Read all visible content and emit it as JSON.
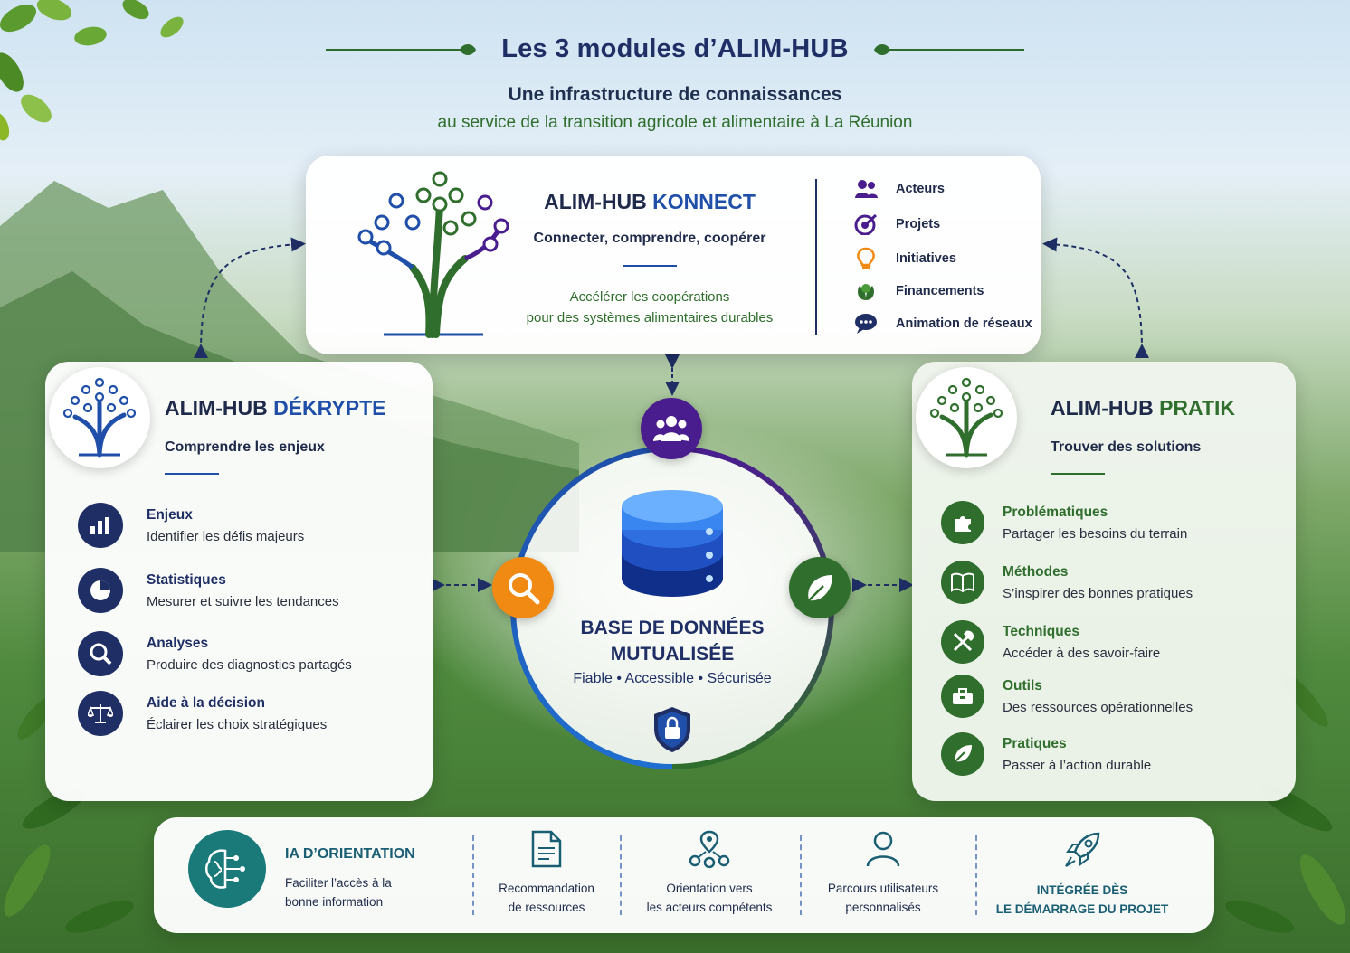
{
  "header": {
    "title": "Les 3 modules d’ALIM-HUB",
    "subtitle_line1": "Une infrastructure de connaissances",
    "subtitle_line2": "au service de la transition agricole et alimentaire à La Réunion"
  },
  "konnect": {
    "title_prefix": "ALIM-HUB",
    "title_accent": "KONNECT",
    "tagline": "Connecter, comprendre, coopérer",
    "description_line1": "Accélérer les coopérations",
    "description_line2": "pour des systèmes alimentaires durables",
    "items": [
      {
        "label": "Acteurs",
        "icon": "people-icon"
      },
      {
        "label": "Projets",
        "icon": "target-icon"
      },
      {
        "label": "Initiatives",
        "icon": "lightbulb-icon"
      },
      {
        "label": "Financements",
        "icon": "money-plant-icon"
      },
      {
        "label": "Animation de réseaux",
        "icon": "chat-icon"
      }
    ]
  },
  "dekrypte": {
    "title_prefix": "ALIM-HUB",
    "title_accent": "DÉKRYPTE",
    "tagline": "Comprendre les enjeux",
    "items": [
      {
        "head": "Enjeux",
        "desc": "Identifier les défis majeurs",
        "icon": "bar-chart-icon"
      },
      {
        "head": "Statistiques",
        "desc": "Mesurer et suivre les tendances",
        "icon": "pie-chart-icon"
      },
      {
        "head": "Analyses",
        "desc": "Produire des diagnostics partagés",
        "icon": "magnifier-icon"
      },
      {
        "head": "Aide à la décision",
        "desc": "Éclairer les choix stratégiques",
        "icon": "scales-icon"
      }
    ]
  },
  "pratik": {
    "title_prefix": "ALIM-HUB",
    "title_accent": "PRATIK",
    "tagline": "Trouver des solutions",
    "items": [
      {
        "head": "Problématiques",
        "desc": "Partager les besoins du terrain",
        "icon": "puzzle-icon"
      },
      {
        "head": "Méthodes",
        "desc": "S’inspirer des bonnes pratiques",
        "icon": "book-icon"
      },
      {
        "head": "Techniques",
        "desc": "Accéder à des savoir-faire",
        "icon": "tools-icon"
      },
      {
        "head": "Outils",
        "desc": "Des ressources opérationnelles",
        "icon": "toolbox-icon"
      },
      {
        "head": "Pratiques",
        "desc": "Passer à l’action durable",
        "icon": "leaf-icon"
      }
    ]
  },
  "database": {
    "title_line1": "BASE DE DONNÉES",
    "title_line2": "MUTUALISÉE",
    "subtitle": "Fiable • Accessible • Sécurisée"
  },
  "bottom": {
    "ia_title": "IA D’ORIENTATION",
    "ia_desc_line1": "Faciliter l’accès à la",
    "ia_desc_line2": "bonne information",
    "items": [
      {
        "line1": "Recommandation",
        "line2": "de ressources",
        "icon": "document-icon"
      },
      {
        "line1": "Orientation vers",
        "line2": "les acteurs compétents",
        "icon": "network-pin-icon"
      },
      {
        "line1": "Parcours utilisateurs",
        "line2": "personnalisés",
        "icon": "user-icon"
      },
      {
        "line1": "INTÉGRÉE DÈS",
        "line2": "LE DÉMARRAGE DU PROJET",
        "icon": "rocket-icon"
      }
    ]
  },
  "colors": {
    "navy": "#1f2f66",
    "blue": "#1f4fa8",
    "green": "#2f6e2c",
    "purple": "#4a1d8f",
    "orange": "#f08a12",
    "teal": "#1a7a7a"
  }
}
